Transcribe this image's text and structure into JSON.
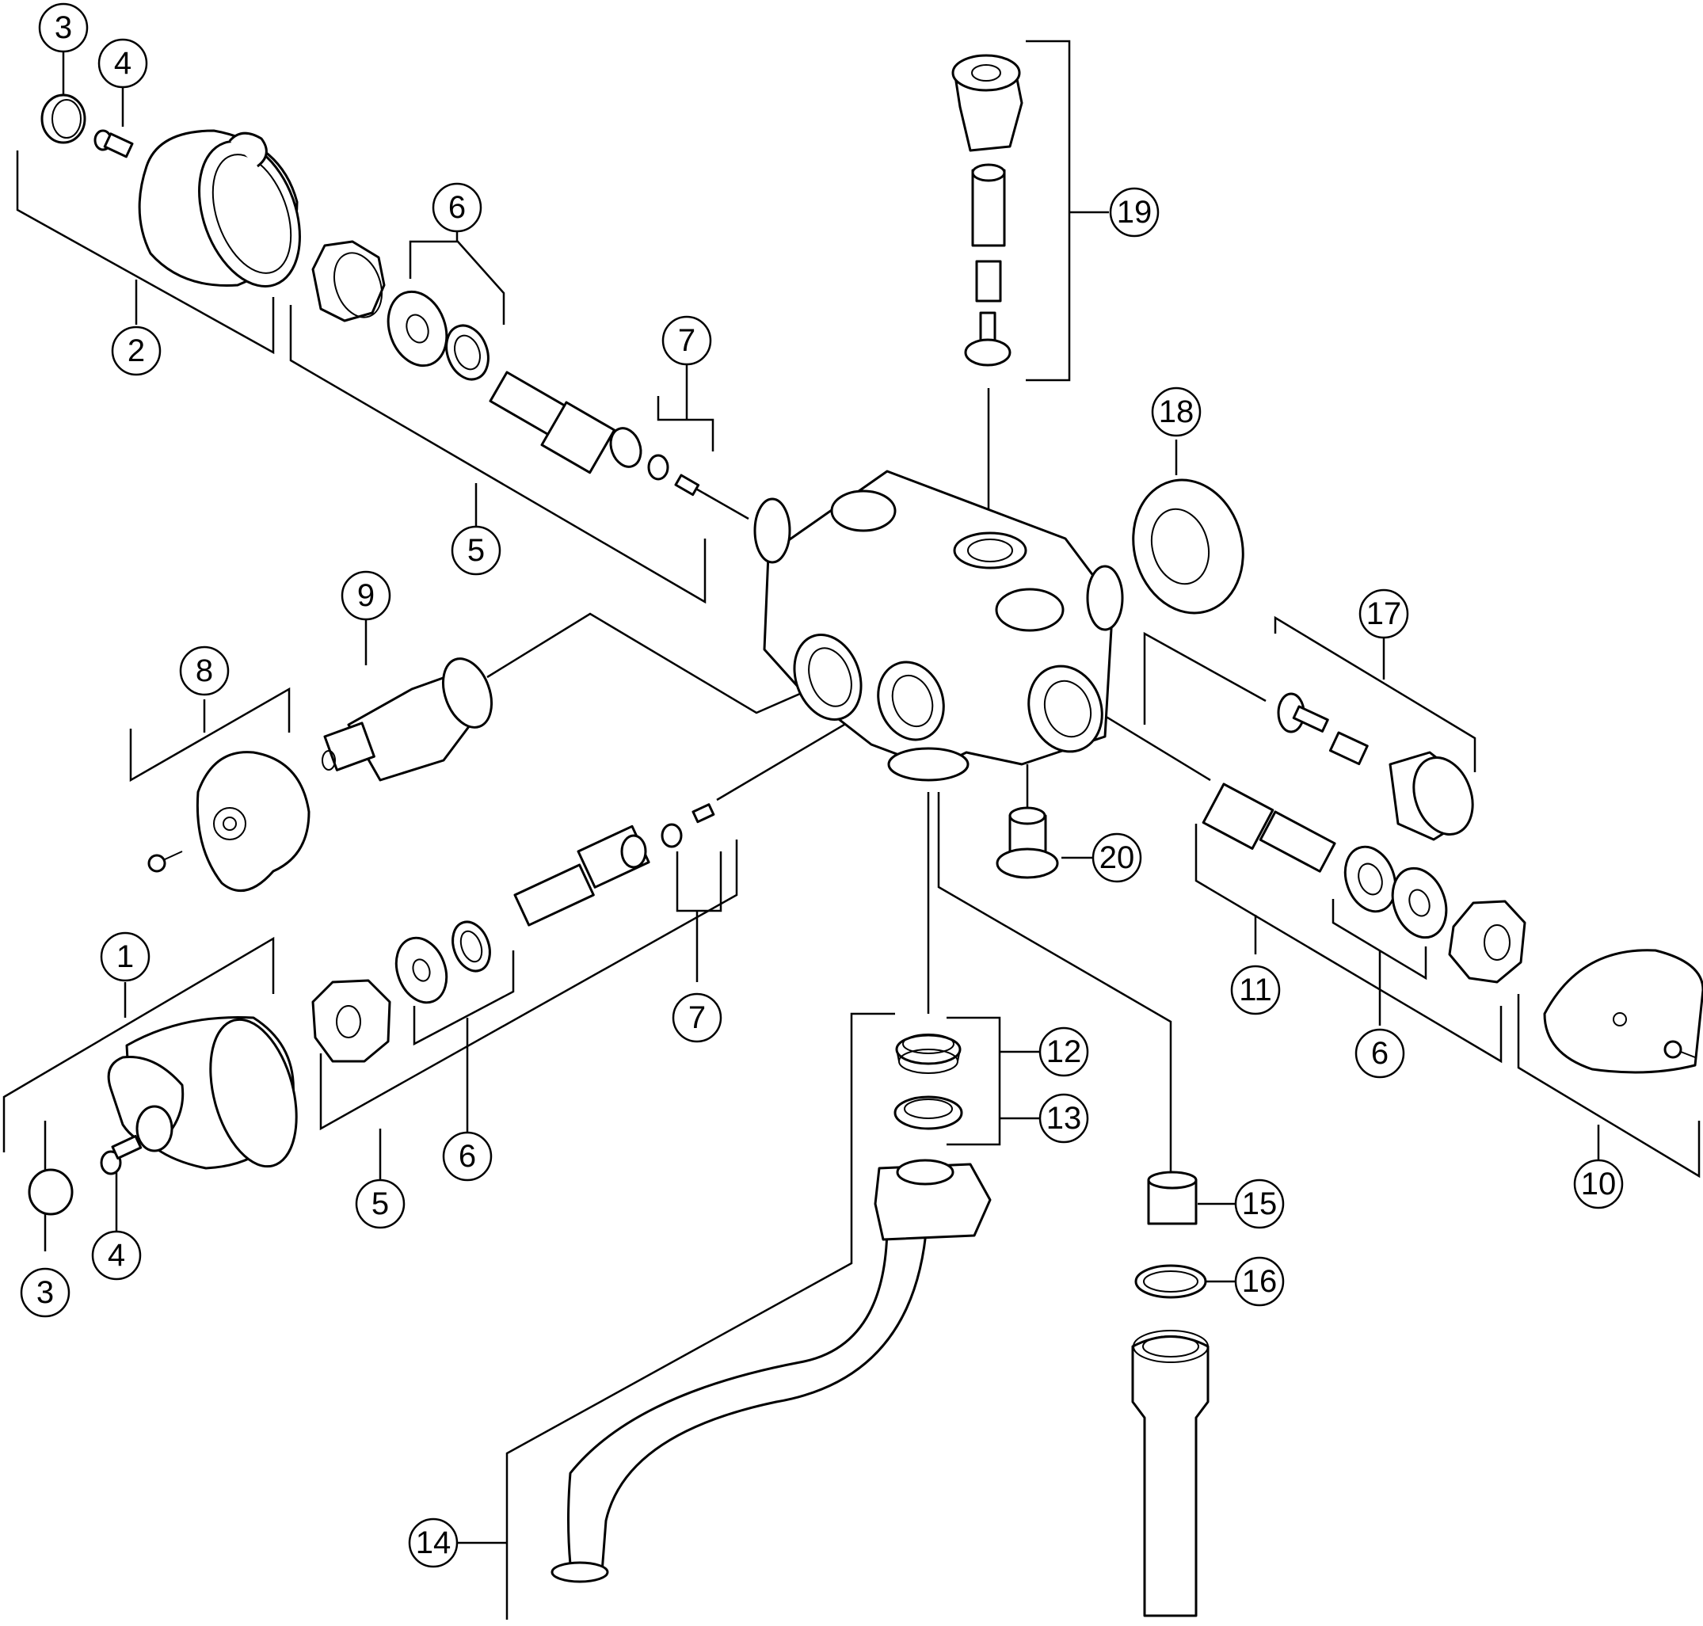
{
  "figure": {
    "description_free": true,
    "callouts": [
      "1",
      "2",
      "3",
      "3",
      "4",
      "4",
      "5",
      "5",
      "6",
      "6",
      "6",
      "7",
      "7",
      "8",
      "9",
      "10",
      "11",
      "12",
      "13",
      "14",
      "15",
      "16",
      "17",
      "18",
      "19",
      "20"
    ]
  }
}
